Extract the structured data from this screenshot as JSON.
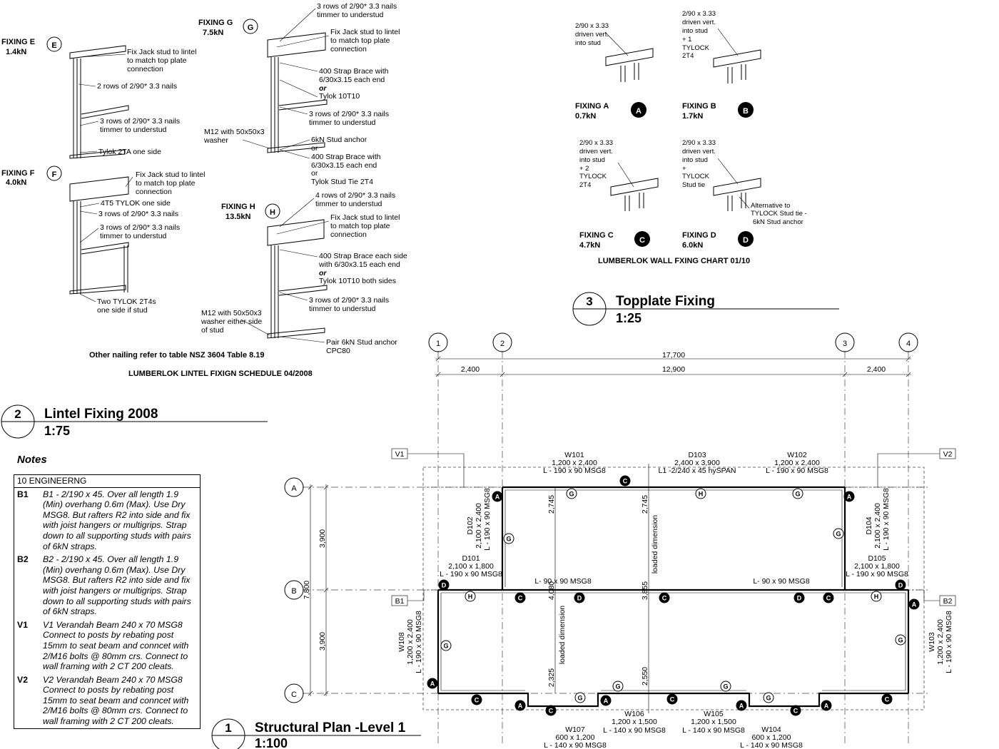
{
  "lintel": {
    "fixings": [
      {
        "name": "FIXING E",
        "load": "1.4kN",
        "letter": "E"
      },
      {
        "name": "FIXING F",
        "load": "4.0kN",
        "letter": "F"
      },
      {
        "name": "FIXING G",
        "load": "7.5kN",
        "letter": "G"
      },
      {
        "name": "FIXING H",
        "load": "13.5kN",
        "letter": "H"
      }
    ],
    "e_notes": [
      "Fix Jack stud to lintel",
      "to match top plate",
      "connection",
      "2 rows of 2/90* 3.3 nails",
      "3 rows of 2/90* 3.3 nails",
      "timmer to understud",
      "Tylok 2TA one side"
    ],
    "f_notes": [
      "Fix Jack stud to lintel",
      "to match top plate",
      "connection",
      "4T5 TYLOK one side",
      "3 rows of 2/90* 3.3 nails",
      "3 rows of 2/90* 3.3 nails",
      "timmer to understud",
      "Two TYLOK 2T4s",
      "one side if stud"
    ],
    "g_notes": [
      "3 rows of 2/90* 3.3 nails",
      "timmer to understud",
      "Fix Jack stud to lintel",
      "to match top plate",
      "connection",
      "400 Strap Brace with",
      "6/30x3.15 each end",
      "or",
      "Tylok 10T10",
      "3 rows of 2/90* 3.3 nails",
      "timmer to understud",
      "M12 with 50x50x3",
      "washer",
      "6kN Stud anchor",
      "or",
      "400 Strap Brace with",
      "6/30x3.15 each end",
      "or",
      "Tylok Stud Tie 2T4"
    ],
    "h_notes": [
      "4 rows of 2/90* 3.3 nails",
      "timmer to understud",
      "Fix Jack stud to lintel",
      "to match top plate",
      "connection",
      "400 Strap Brace each side",
      "with 6/30x3.15 each end",
      "or",
      "Tylok 10T10 both sides",
      "3 rows of 2/90* 3.3 nails",
      "timmer to understud",
      "M12 with 50x50x3",
      "washer either side",
      "of stud",
      "Pair 6kN Stud anchor",
      "CPC80"
    ],
    "other_nailing": "Other nailing refer to table NSZ 3604 Table 8.19",
    "schedule_title": "LUMBERLOK LINTEL FIXIGN SCHEDULE 04/2008"
  },
  "topplate": {
    "fixings": [
      {
        "name": "FIXING A",
        "load": "0.7kN",
        "letter": "A"
      },
      {
        "name": "FIXING B",
        "load": "1.7kN",
        "letter": "B"
      },
      {
        "name": "FIXING C",
        "load": "4.7kN",
        "letter": "C"
      },
      {
        "name": "FIXING D",
        "load": "6.0kN",
        "letter": "D"
      }
    ],
    "a_note": [
      "2/90 x 3.33",
      "driven vert.",
      "into stud"
    ],
    "b_note": [
      "2/90 x 3.33",
      "driven vert.",
      "into stud",
      "+ 1",
      "TYLOCK",
      "2T4"
    ],
    "c_note": [
      "2/90 x 3.33",
      "driven vert.",
      "into stud",
      "+ 2",
      "TYLOCK",
      "2T4"
    ],
    "d_note": [
      "2/90 x 3.33",
      "driven vert.",
      "into stud",
      "+",
      "TYLOCK",
      "Stud tie"
    ],
    "d_alt": [
      "Alternative to",
      "TYLOCK Stud tie -",
      "6kN Stud anchor"
    ],
    "chart_title": "LUMBERLOK WALL FXING CHART 01/10"
  },
  "views": [
    {
      "num": "3",
      "title": "Topplate Fixing",
      "scale": "1:25"
    },
    {
      "num": "2",
      "title": "Lintel Fixing 2008",
      "scale": "1:75"
    },
    {
      "num": "1",
      "title": "Structural Plan -Level 1",
      "scale": "1:100"
    }
  ],
  "notes": {
    "title": "Notes",
    "header": "10 ENGINEERNG",
    "items": [
      {
        "key": "B1",
        "text": "B1 - 2/190 x 45. Over all length 1.9 (Min) overhang 0.6m (Max). Use Dry MSG8. But rafters R2 into side and fix with joist hangers or multigrips. Strap down to all supporting studs with pairs of 6kN straps."
      },
      {
        "key": "B2",
        "text": "B2 - 2/190 x 45. Over all length 1.9 (Min) overhang 0.6m (Max). Use Dry MSG8. But rafters R2 into side and fix with joist hangers or multigrips. Strap down to all supporting studs with pairs of 6kN straps."
      },
      {
        "key": "V1",
        "text": "V1 Verandah Beam 240 x 70 MSG8 Connect to posts by rebating post 15mm to seat beam and conncet with 2/M16 bolts @ 80mm crs. Connect to wall framing with 2 CT 200 cleats."
      },
      {
        "key": "V2",
        "text": "V2 Verandah Beam 240 x 70 MSG8 Connect to posts by rebating post 15mm to seat beam and conncet with 2/M16 bolts @ 80mm crs. Connect to wall framing with 2 CT 200 cleats."
      }
    ]
  },
  "plan": {
    "grid_cols": [
      "1",
      "2",
      "3",
      "4"
    ],
    "grid_rows": [
      "A",
      "B",
      "C"
    ],
    "dim_total": "17,700",
    "dims_x": [
      "2,400",
      "12,900",
      "2,400"
    ],
    "dims_y_total": "7,800",
    "dims_y": [
      "3,900",
      "3,900"
    ],
    "tags": [
      "V1",
      "V2",
      "B1",
      "B2"
    ],
    "w101": [
      "W101",
      "1,200 x 2,400",
      "L - 190 x 90 MSG8"
    ],
    "d103": [
      "D103",
      "2,400 x 3,900",
      "L1 -2/240 x 45 hySPAN"
    ],
    "w102": [
      "W102",
      "1,200 x 2,400",
      "L - 190 x 90 MSG8"
    ],
    "d102": [
      "D102",
      "2,100 x 2,400",
      "L - 190 x 90 MSG8"
    ],
    "d104": [
      "D104",
      "2,100 x 2,400",
      "L - 190 x 90 MSG8"
    ],
    "d101": [
      "D101",
      "2,100 x 1,800",
      "L - 190 x 90 MSG8"
    ],
    "d105": [
      "D105",
      "2,100 x 1,800",
      "L - 190 x 90 MSG8"
    ],
    "w108": [
      "W108",
      "1,200 x 2,400",
      "L - 190 x 90 MSG8"
    ],
    "w103": [
      "W103",
      "1,200 x 2,400",
      "L - 190 x 90 MSG8"
    ],
    "w106": [
      "W106",
      "1,200 x 1,500",
      "L - 140 x 90 MSG8"
    ],
    "w105": [
      "W105",
      "1,200 x 1,500",
      "L - 140 x 90 MSG8"
    ],
    "w107": [
      "W107",
      "600 x 1,200",
      "L - 140 x 90 MSG8"
    ],
    "w104": [
      "W104",
      "600 x 1,200",
      "L - 140 x 90 MSG8"
    ],
    "lintel_b": "L- 90 x 90 MSG8",
    "lintel_b2": "L- 90 x 90 MSG8",
    "loaded": "loaded dimension",
    "loaded2": "loaded dimension",
    "vdims": [
      "2,745",
      "2,745",
      "4,080",
      "3,855",
      "2,325",
      "2,550"
    ]
  }
}
